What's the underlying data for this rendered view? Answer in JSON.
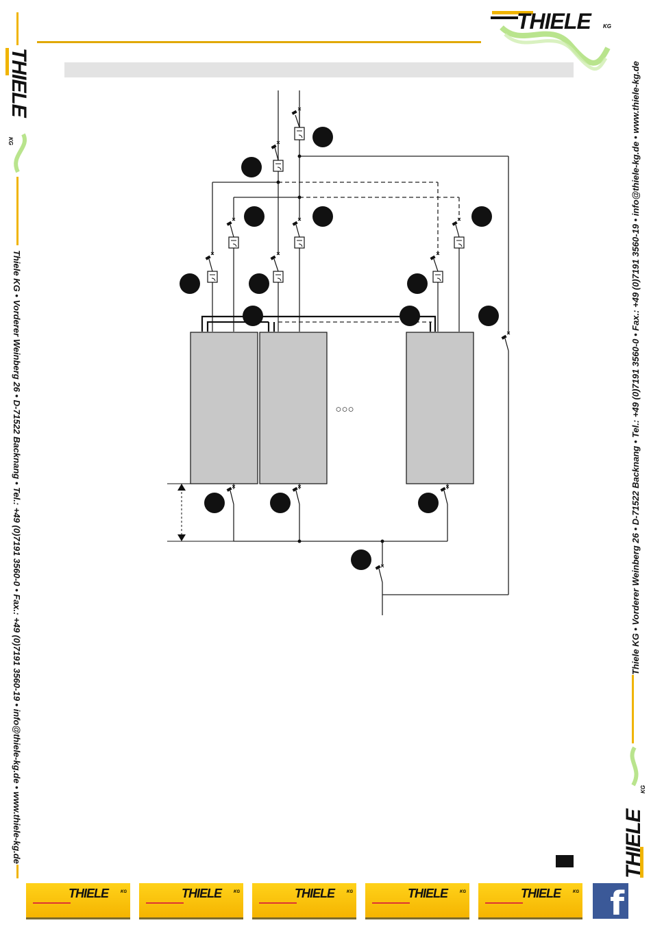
{
  "brand": {
    "logo_word": "THIELE",
    "logo_suffix": "KG",
    "accent_color": "#f0b400",
    "swoosh_color": "#9fd66a"
  },
  "contact": {
    "side_text": "Thiele KG • Vorderer Weinberg 26 • D-71522 Backnang • Tel.: +49 (0)7191 3560-0 • Fax.: +49 (0)7191 3560-19 • info@thiele-kg.de • www.thiele-kg.de"
  },
  "footer": {
    "banners": [
      {
        "word": "THIELE",
        "suffix": "KG"
      },
      {
        "word": "THIELE",
        "suffix": "KG"
      },
      {
        "word": "THIELE",
        "suffix": "KG"
      },
      {
        "word": "THIELE",
        "suffix": "KG"
      },
      {
        "word": "THIELE",
        "suffix": "KG"
      }
    ],
    "social_icon": "facebook-icon",
    "social_glyph": "f"
  },
  "diagram": {
    "continuation_glyph": "○○○",
    "box_color": "#c8c8c8",
    "marker_color": "#111111"
  }
}
